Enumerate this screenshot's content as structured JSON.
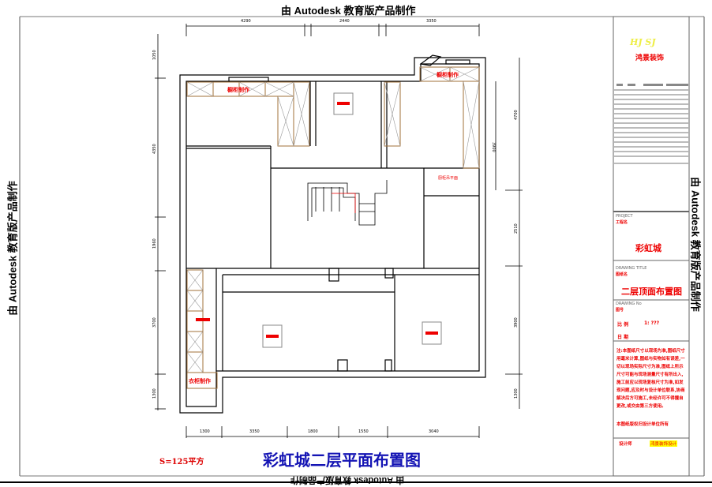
{
  "watermark": "由 Autodesk 教育版产品制作",
  "plan": {
    "title": "彩虹城二层平面布置图",
    "area": "S=125平方",
    "cabinet_labels": [
      "橱柜制作",
      "橱柜制作",
      "衣柜制作"
    ],
    "kitchen_note": "厨柜吊平面",
    "dims_top": [
      "4290",
      "2440",
      "3350"
    ],
    "dims_left": [
      "1050",
      "4350",
      "1960",
      "3700",
      "1300"
    ],
    "dims_right_inner": "3900",
    "dims_right": [
      "4700",
      "2510",
      "3900",
      "1300"
    ],
    "dims_bottom": [
      "1300",
      "3350",
      "1800",
      "1550",
      "3040"
    ]
  },
  "title_block": {
    "logo": "HJ  SJ",
    "company": "鸿景装饰",
    "project_label": "PROJECT",
    "project_label_cn": "工程名",
    "project": "彩虹城",
    "drawing_title_label": "DRAWING TITLE",
    "drawing_title_label_cn": "图纸名",
    "drawing_title": "二层顶面布置图",
    "drawing_no_label": "DRAWING No",
    "drawing_no_label_cn": "图号",
    "scale_label": "比 例",
    "scale_value": "1: ???",
    "date_label": "日 期",
    "notes": "注:本图纸尺寸以现场为准,图纸尺寸用毫米计算,图纸与实物如有误差,一切以现场实际尺寸为准,图纸上所示尺寸可能与现场测量尺寸有所出入,施工前应以现场复核尺寸为准,如发现问题,应及时与设计单位联系,协商解决后方可施工,未经许可不得擅自更改,或交由第三方使用。",
    "copyright": "本图纸版权归设计单位所有",
    "designer_label": "设计师",
    "designer_value": "鸿景装饰设计"
  }
}
